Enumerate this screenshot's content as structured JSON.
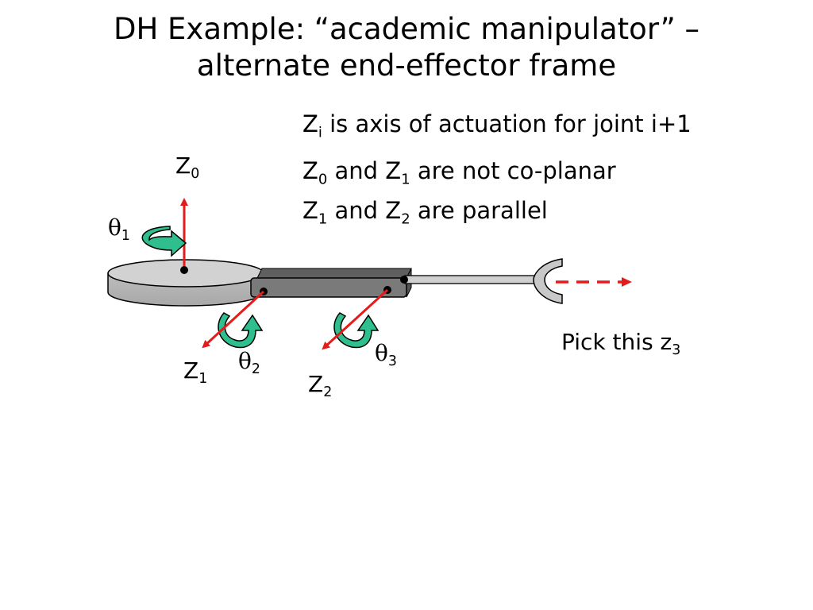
{
  "slide": {
    "title_line1": "DH Example: “academic manipulator” –",
    "title_line2": "alternate end-effector frame"
  },
  "notes": [
    {
      "a": "Z",
      "a_sub": "i",
      "rest": " is axis of actuation for joint i+1"
    },
    {
      "a": "Z",
      "a_sub": "0",
      "mid": " and Z",
      "b_sub": "1",
      "rest": " are not co-planar"
    },
    {
      "a": "Z",
      "a_sub": "1",
      "mid": " and Z",
      "b_sub": "2",
      "rest": " are parallel"
    }
  ],
  "labels": {
    "z0": {
      "base": "Z",
      "sub": "0"
    },
    "z1": {
      "base": "Z",
      "sub": "1"
    },
    "z2": {
      "base": "Z",
      "sub": "2"
    },
    "theta1": {
      "base": "θ",
      "sub": "1"
    },
    "theta2": {
      "base": "θ",
      "sub": "2"
    },
    "theta3": {
      "base": "θ",
      "sub": "3"
    },
    "pick": {
      "base": "Pick this z",
      "sub": "3"
    }
  },
  "colors": {
    "axis_red": "#e41b1b",
    "rotation_green": "#2fbf8f",
    "link_dark": "#6e6e6e",
    "base_gray": "#cfcfcf"
  }
}
